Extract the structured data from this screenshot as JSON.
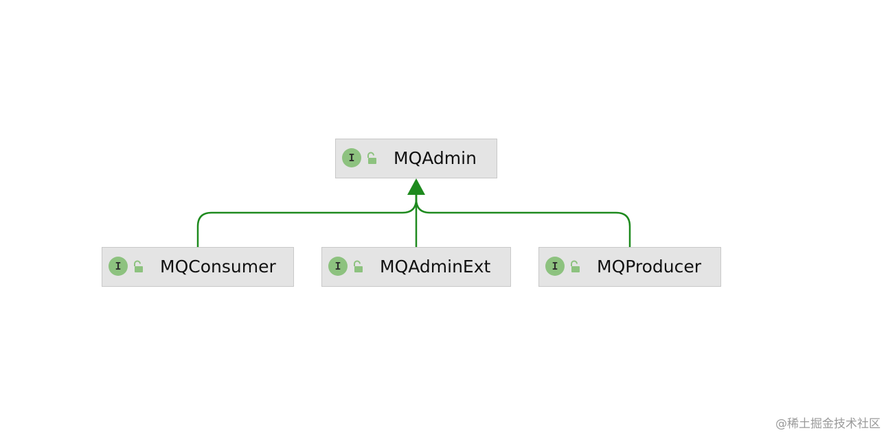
{
  "diagram": {
    "root": {
      "label": "MQAdmin",
      "badge": "I"
    },
    "children": [
      {
        "label": "MQConsumer",
        "badge": "I"
      },
      {
        "label": "MQAdminExt",
        "badge": "I"
      },
      {
        "label": "MQProducer",
        "badge": "I"
      }
    ],
    "relationship": "extends",
    "colors": {
      "edge": "#1e8a1e",
      "node_fill": "#e4e4e4",
      "node_border": "#c8c8c8",
      "badge_fill": "#8dc27f",
      "lock_fill": "#8dc27f"
    },
    "icons": {
      "badge": "interface-icon",
      "access": "unlocked-public-icon"
    }
  },
  "watermark": "@稀土掘金技术社区"
}
